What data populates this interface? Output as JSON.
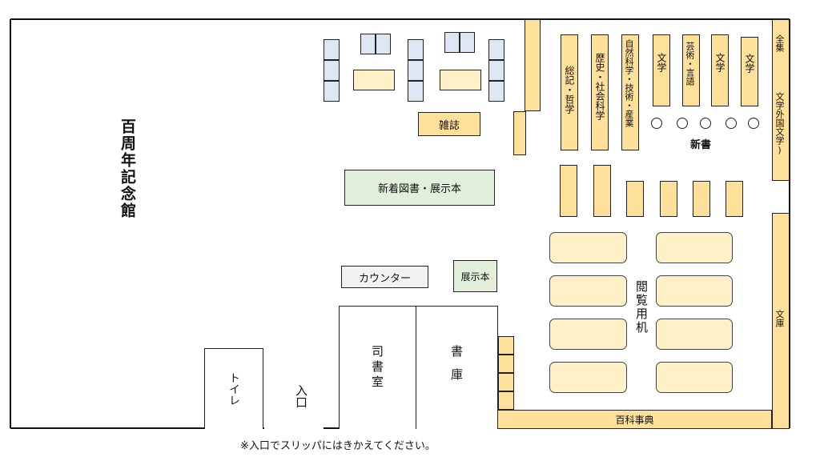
{
  "rooms": {
    "memorial_hall": "百周年記念館",
    "toilet": "トイレ",
    "entrance": "入口",
    "librarian_room": "司書室",
    "stacks": "書庫"
  },
  "areas": {
    "magazines": "雑誌",
    "new_arrivals_display": "新着図書・展示本",
    "counter": "カウンター",
    "display_books": "展示本",
    "reading_tables": "閲覧用机",
    "encyclopedias": "百科事典",
    "new_books": "新書",
    "complete_works": "全集",
    "foreign_literature": "文学外国文学)",
    "bunko": "文庫"
  },
  "shelves": {
    "general_philosophy": "総記・哲学",
    "history_social": "歴史・社会科学",
    "science_tech": "自然科学・技術・産業",
    "literature_1": "文学",
    "arts_language": "芸術・言語",
    "literature_2": "文学",
    "literature_3": "文学"
  },
  "footnote": "※入口でスリッパにはきかえてください。"
}
